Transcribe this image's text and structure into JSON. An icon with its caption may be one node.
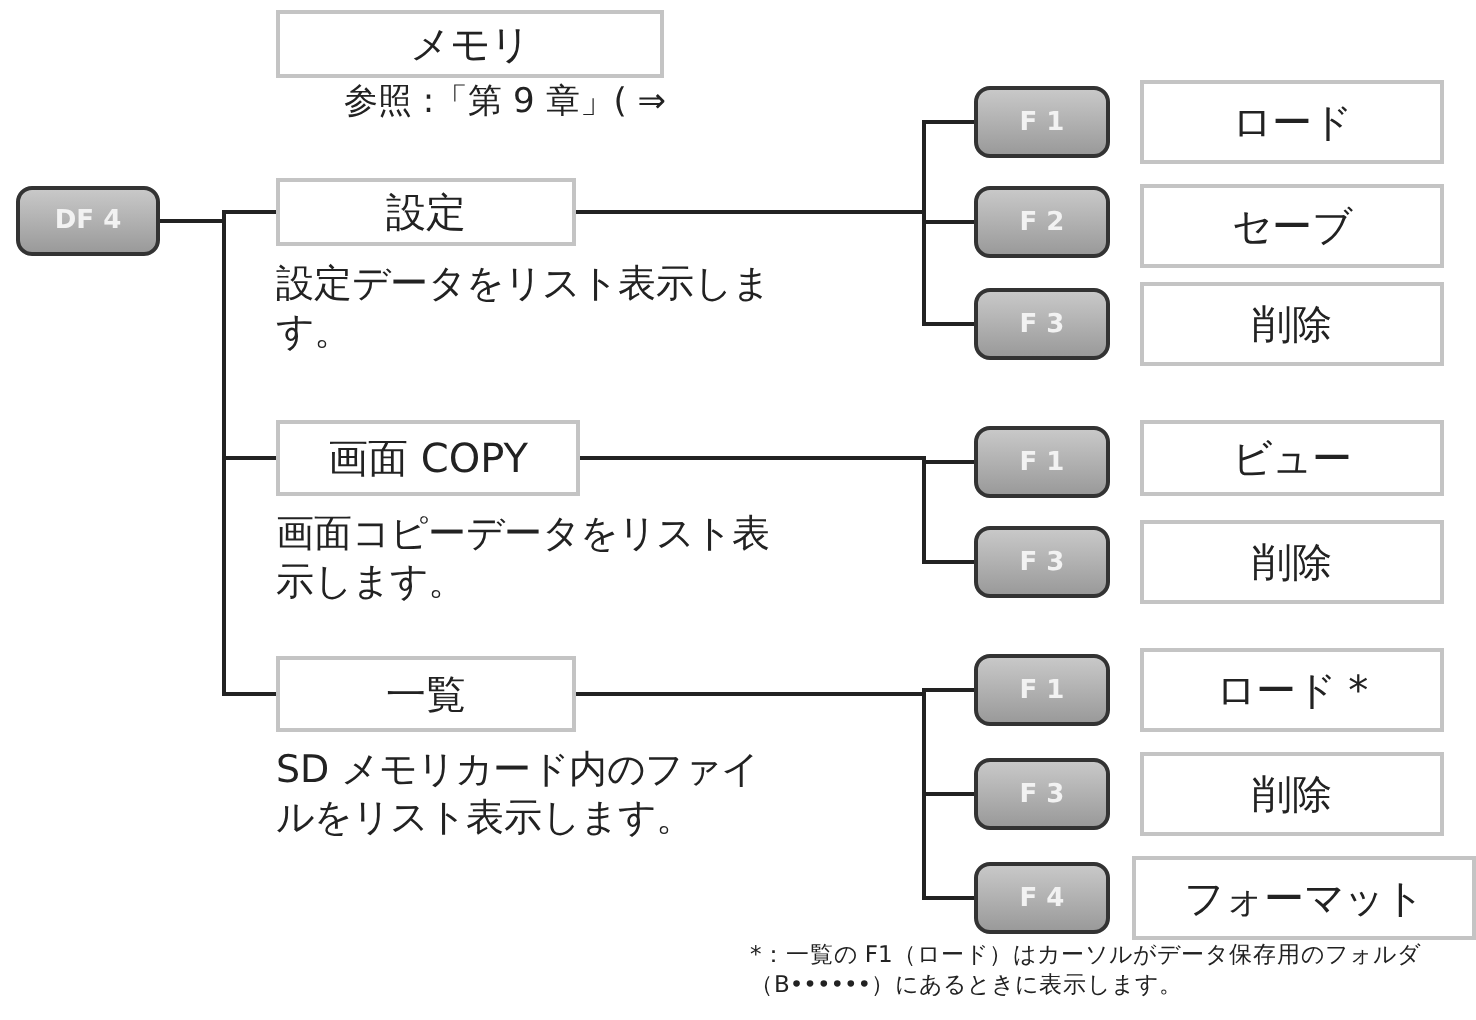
{
  "diagram": {
    "nodes": [
      {
        "text": [
          "メモリ"
        ]
      },
      {
        "text": [
          "DF 4"
        ]
      },
      {
        "text": [
          "設定"
        ],
        "beside": [
          "設定データをリスト表示します。"
        ]
      },
      {
        "text": [
          "画面 COPY"
        ],
        "beside": [
          "画面コピーデータをリスト表示します。"
        ]
      },
      {
        "text": [
          "一覧"
        ],
        "beside": [
          "SD メモリカード内のファイルをリスト表示します。"
        ]
      },
      {
        "text": [
          "F 1"
        ]
      },
      {
        "text": [
          "ロード"
        ]
      },
      {
        "text": [
          "F 2"
        ]
      },
      {
        "text": [
          "セーブ"
        ]
      },
      {
        "text": [
          "F 3"
        ]
      },
      {
        "text": [
          "削除"
        ]
      },
      {
        "text": [
          "F 1"
        ]
      },
      {
        "text": [
          "ビュー"
        ]
      },
      {
        "text": [
          "F 3"
        ]
      },
      {
        "text": [
          "削除"
        ]
      },
      {
        "text": [
          "F 1"
        ]
      },
      {
        "text": [
          "ロード *"
        ]
      },
      {
        "text": [
          "F 3"
        ]
      },
      {
        "text": [
          "削除"
        ]
      },
      {
        "text": [
          "F 4"
        ]
      },
      {
        "text": [
          "フォーマット"
        ]
      }
    ],
    "edges": [
      {
        "from": 1,
        "to": 2,
        "arrow": "none"
      },
      {
        "from": 1,
        "to": 3,
        "arrow": "none"
      },
      {
        "from": 1,
        "to": 4,
        "arrow": "none"
      },
      {
        "from": 2,
        "to": 5,
        "arrow": "none"
      },
      {
        "from": 2,
        "to": 7,
        "arrow": "none"
      },
      {
        "from": 2,
        "to": 9,
        "arrow": "none"
      },
      {
        "from": 3,
        "to": 11,
        "arrow": "none"
      },
      {
        "from": 3,
        "to": 13,
        "arrow": "none"
      },
      {
        "from": 4,
        "to": 15,
        "arrow": "none"
      },
      {
        "from": 4,
        "to": 17,
        "arrow": "none"
      },
      {
        "from": 4,
        "to": 19,
        "arrow": "none"
      }
    ],
    "labels": [
      "参照 :「第 9 章」( ⇒",
      "*：一覧の F1（ロード）はカーソルがデータ保存用のフォルダ（B••••••）にあるときに表示します。"
    ]
  }
}
